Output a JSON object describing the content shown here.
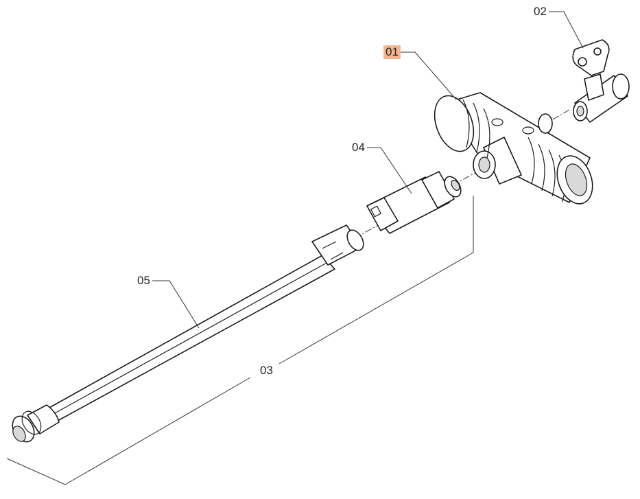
{
  "diagram": {
    "callouts": [
      {
        "id": "01",
        "label": "01",
        "highlighted": true
      },
      {
        "id": "02",
        "label": "02",
        "highlighted": false
      },
      {
        "id": "03",
        "label": "03",
        "highlighted": false
      },
      {
        "id": "04",
        "label": "04",
        "highlighted": false
      },
      {
        "id": "05",
        "label": "05",
        "highlighted": false
      }
    ],
    "highlight_color": "#f7b58f"
  }
}
